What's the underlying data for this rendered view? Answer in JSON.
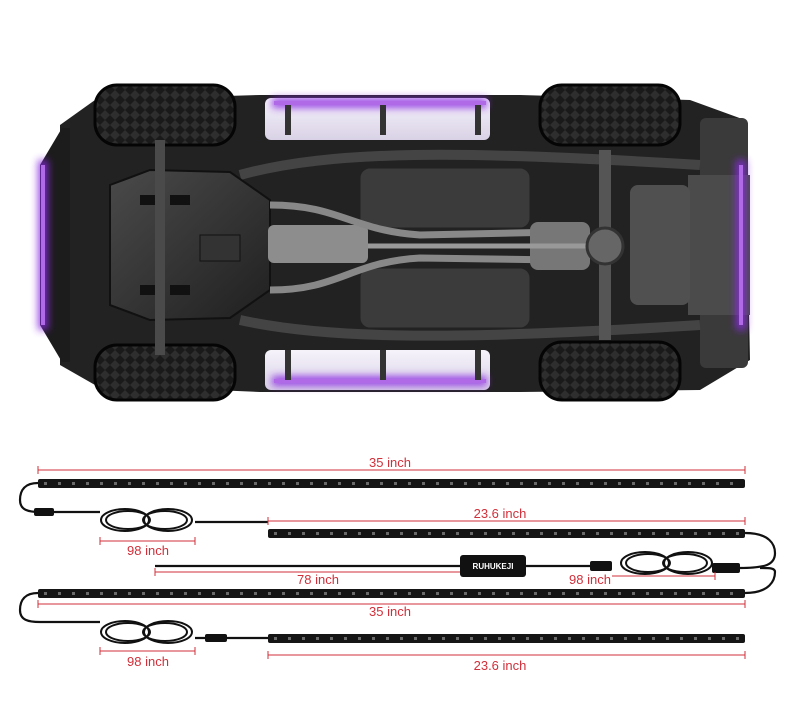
{
  "labels": {
    "strip_top_long": "35 inch",
    "strip_top_short": "23.6 inch",
    "cable_top_left": "98 inch",
    "main_cable": "78 inch",
    "cable_right": "98 inch",
    "strip_bottom_long": "35 inch",
    "cable_bottom_left": "98 inch",
    "strip_bottom_short": "23.6 inch"
  },
  "controller": {
    "brand": "RUHUKEJI"
  },
  "colors": {
    "uv_glow": "#8a2be2",
    "dimension_line": "#d0303a",
    "strip_body": "#151515",
    "chassis": "#2b2b2b"
  }
}
